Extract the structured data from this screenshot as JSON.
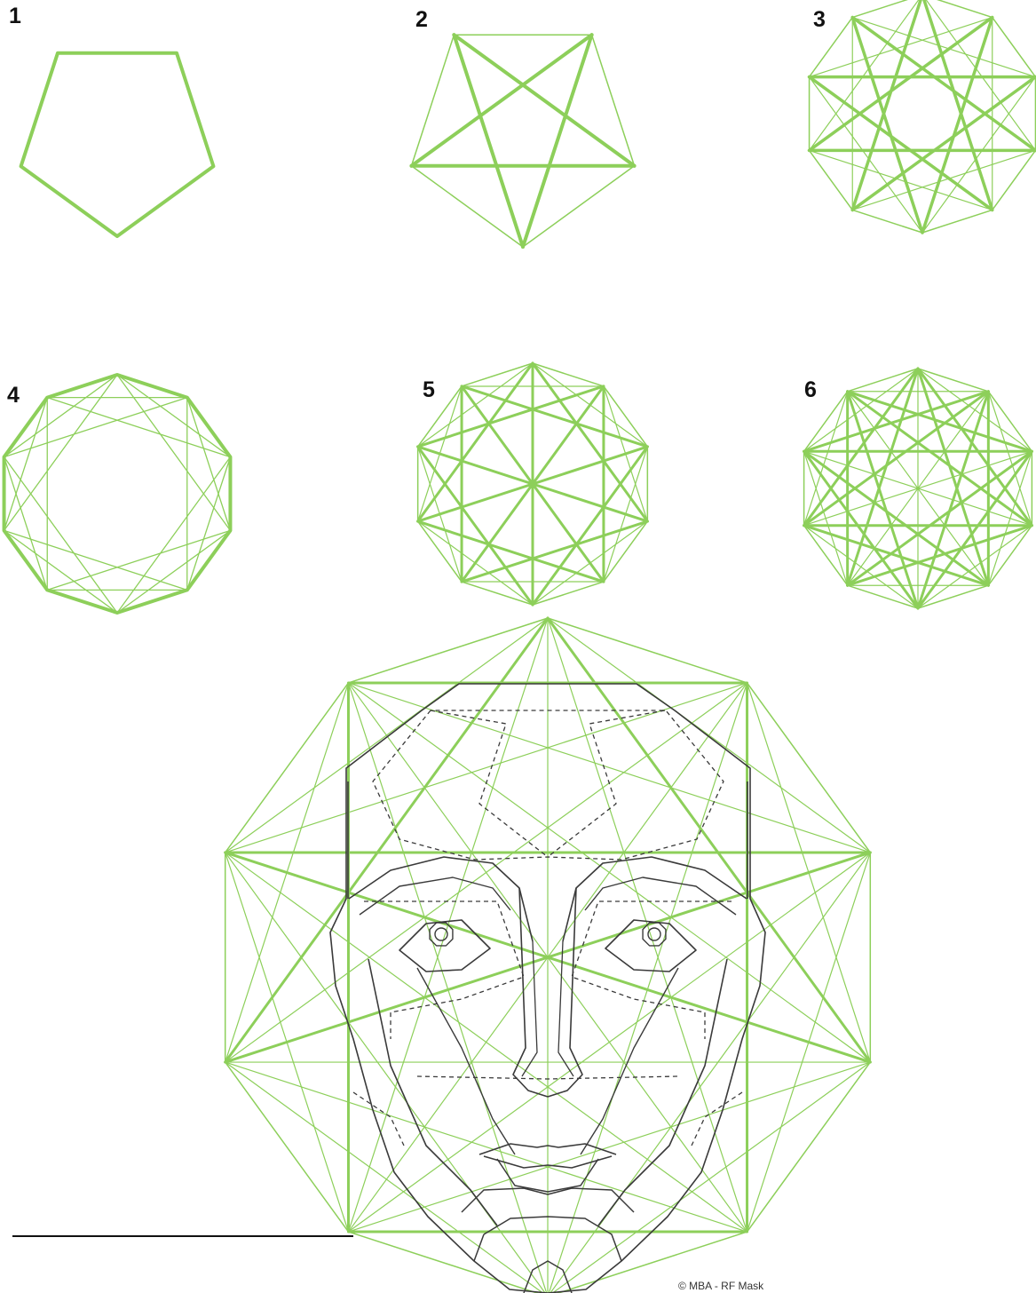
{
  "colors": {
    "construction": "#8dcf5a",
    "face_lines": "#3a3a3a",
    "label": "#111111"
  },
  "figures": [
    {
      "label": "1",
      "sides": 5,
      "content": "regular pentagon"
    },
    {
      "label": "2",
      "sides": 5,
      "content": "pentagon with pentagram star"
    },
    {
      "label": "3",
      "sides": 10,
      "content": "decagon with inscribed pentagons and stars"
    },
    {
      "label": "4",
      "sides": 10,
      "content": "decagon with all diagonals of skip 3"
    },
    {
      "label": "5",
      "sides": 10,
      "content": "decagon with all diagonals through center"
    },
    {
      "label": "6",
      "sides": 10,
      "content": "decagon with complete diagonal mesh"
    }
  ],
  "mask": {
    "sides": 10,
    "content": "decagon construction overlaid on golden-ratio face mask"
  },
  "credit": "© MBA - RF Mask"
}
